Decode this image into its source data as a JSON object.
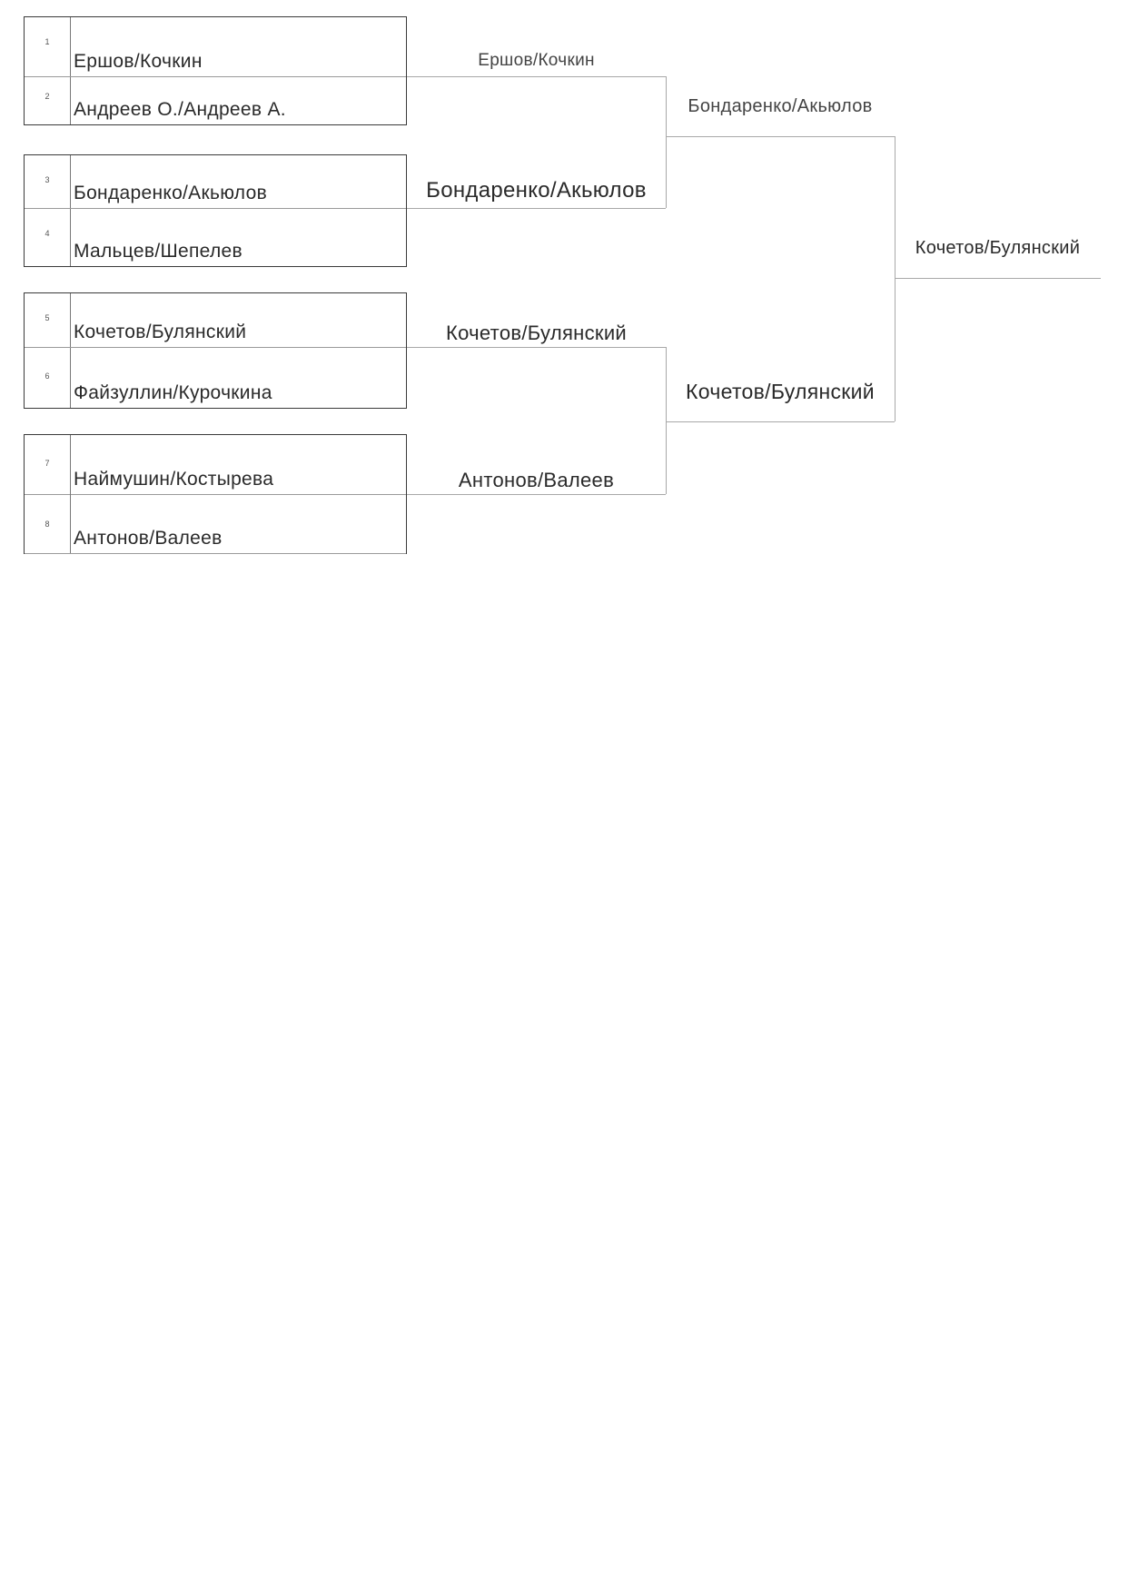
{
  "round1": [
    {
      "seed_top": "1",
      "player_top": "Ершов/Кочкин",
      "seed_bottom": "2",
      "player_bottom": "Андреев О./Андреев А."
    },
    {
      "seed_top": "3",
      "player_top": "Бондаренко/Акьюлов",
      "seed_bottom": "4",
      "player_bottom": "Мальцев/Шепелев"
    },
    {
      "seed_top": "5",
      "player_top": "Кочетов/Булянский",
      "seed_bottom": "6",
      "player_bottom": "Файзуллин/Курочкина"
    },
    {
      "seed_top": "7",
      "player_top": "Наймушин/Костырева",
      "seed_bottom": "8",
      "player_bottom": "Антонов/Валеев"
    }
  ],
  "round2": [
    "Ершов/Кочкин",
    "Бондаренко/Акьюлов",
    "Кочетов/Булянский",
    "Антонов/Валеев"
  ],
  "semifinal": [
    "Бондаренко/Акьюлов",
    "Кочетов/Булянский"
  ],
  "winner": "Кочетов/Булянский"
}
